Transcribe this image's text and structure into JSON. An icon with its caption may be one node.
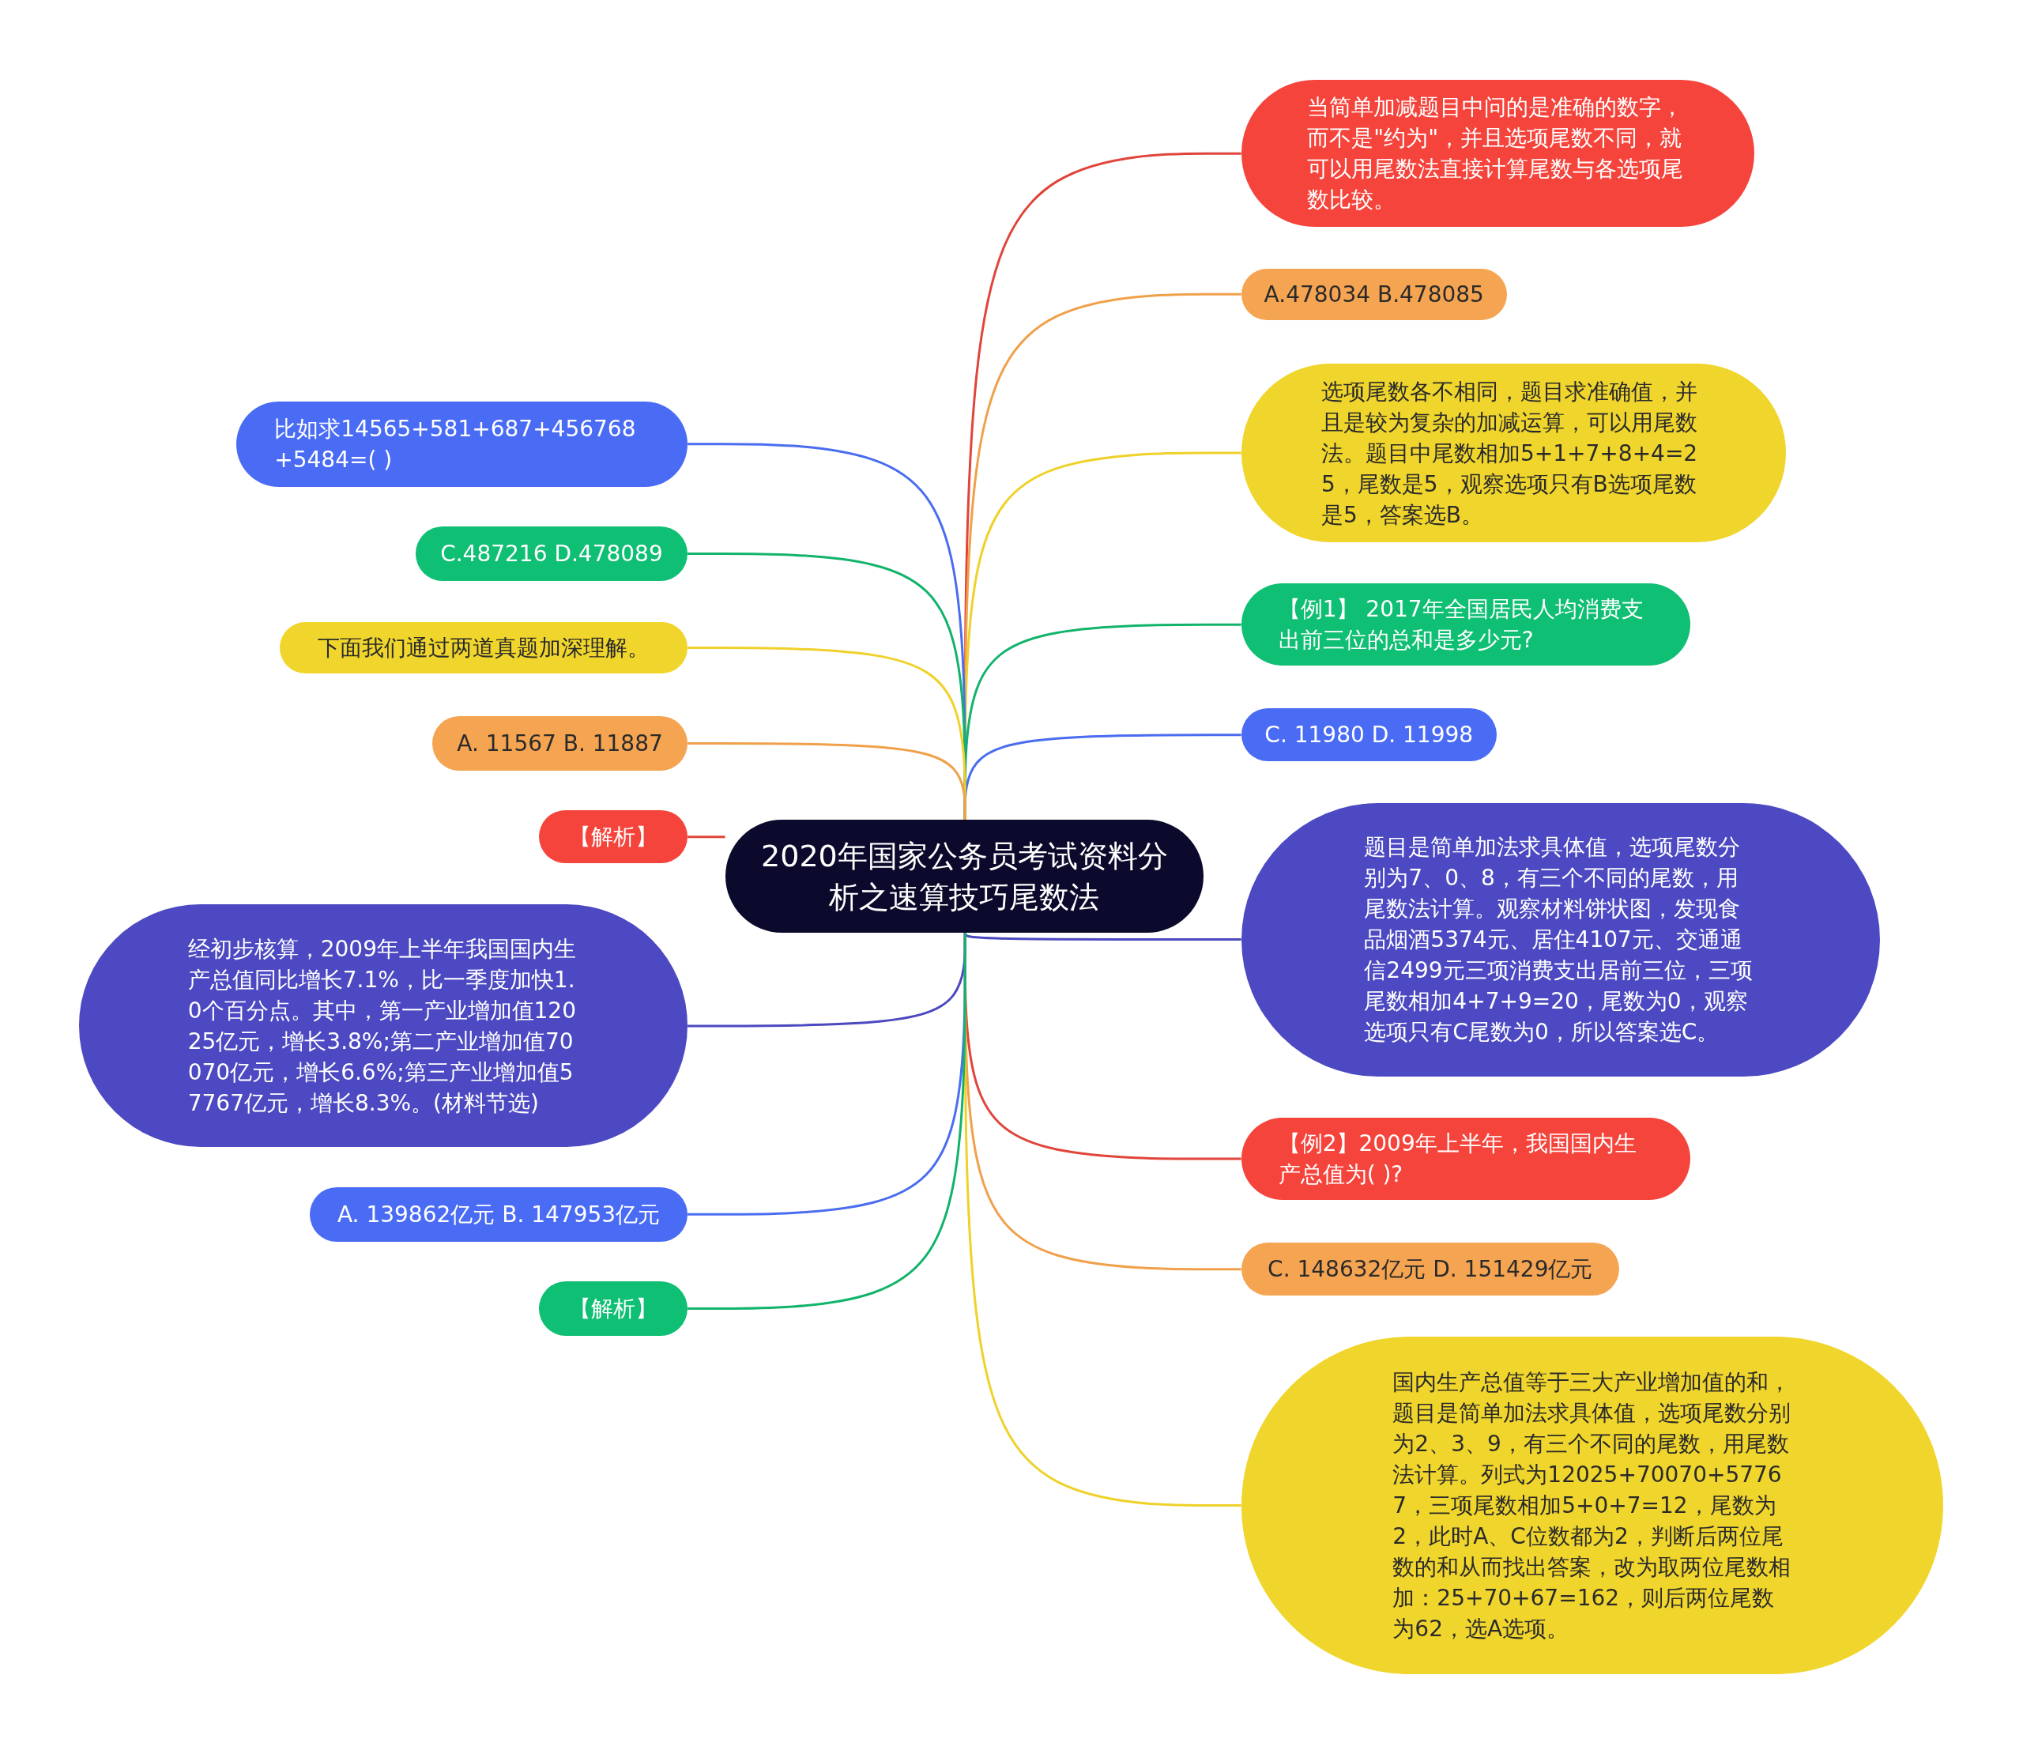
{
  "diagram": {
    "nodes": [
      {
        "text": [
          "2020年国家公务员考试资料分析之速算技巧尾数法"
        ]
      },
      {
        "text": [
          "当简单加减题目中问的是准确的数字，而不是\"约为\"，并且选项尾数不同，就可以用尾数法直接计算尾数与各选项尾数比较。"
        ]
      },
      {
        "text": [
          "A.478034 B.478085"
        ]
      },
      {
        "text": [
          "选项尾数各不相同，题目求准确值，并且是较为复杂的加减运算，可以用尾数法。题目中尾数相加5+1+7+8+4=25，尾数是5，观察选项只有B选项尾数是5，答案选B。"
        ]
      },
      {
        "text": [
          "【例1】 2017年全国居民人均消费支出前三位的总和是多少元?"
        ]
      },
      {
        "text": [
          "C. 11980 D. 11998"
        ]
      },
      {
        "text": [
          "题目是简单加法求具体值，选项尾数分别为7、0、8，有三个不同的尾数，用尾数法计算。观察材料饼状图，发现食品烟酒5374元、居住4107元、交通通信2499元三项消费支出居前三位，三项尾数相加4+7+9=20，尾数为0，观察选项只有C尾数为0，所以答案选C。"
        ]
      },
      {
        "text": [
          "【例2】2009年上半年，我国国内生产总值为( )?"
        ]
      },
      {
        "text": [
          "C. 148632亿元 D. 151429亿元"
        ]
      },
      {
        "text": [
          "国内生产总值等于三大产业增加值的和，题目是简单加法求具体值，选项尾数分别为2、3、9，有三个不同的尾数，用尾数法计算。列式为12025+70070+57767，三项尾数相加5+0+7=12，尾数为2，此时A、C位数都为2，判断后两位尾数的和从而找出答案，改为取两位尾数相加：25+70+67=162，则后两位尾数为62，选A选项。"
        ]
      },
      {
        "text": [
          "比如求14565+581+687+456768+5484=( )"
        ]
      },
      {
        "text": [
          "C.487216 D.478089"
        ]
      },
      {
        "text": [
          "下面我们通过两道真题加深理解。"
        ]
      },
      {
        "text": [
          "A. 11567 B. 11887"
        ]
      },
      {
        "text": [
          "【解析】"
        ]
      },
      {
        "text": [
          "经初步核算，2009年上半年我国国内生产总值同比增长7.1%，比一季度加快1.0个百分点。其中，第一产业增加值12025亿元，增长3.8%;第二产业增加值70070亿元，增长6.6%;第三产业增加值57767亿元，增长8.3%。(材料节选)"
        ]
      },
      {
        "text": [
          "A. 139862亿元 B. 147953亿元"
        ]
      },
      {
        "text": [
          "【解析】"
        ]
      }
    ],
    "edges": [
      {
        "from": 0,
        "to": 1,
        "arrow": "none",
        "color": "#e0443a"
      },
      {
        "from": 0,
        "to": 2,
        "arrow": "none",
        "color": "#f0a04a"
      },
      {
        "from": 0,
        "to": 3,
        "arrow": "none",
        "color": "#efd12a"
      },
      {
        "from": 0,
        "to": 4,
        "arrow": "none",
        "color": "#12b36b"
      },
      {
        "from": 0,
        "to": 5,
        "arrow": "none",
        "color": "#4a6cf0"
      },
      {
        "from": 0,
        "to": 6,
        "arrow": "none",
        "color": "#4b48c0"
      },
      {
        "from": 0,
        "to": 7,
        "arrow": "none",
        "color": "#e0443a"
      },
      {
        "from": 0,
        "to": 8,
        "arrow": "none",
        "color": "#f0a04a"
      },
      {
        "from": 0,
        "to": 9,
        "arrow": "none",
        "color": "#efd12a"
      },
      {
        "from": 0,
        "to": 10,
        "arrow": "none",
        "color": "#4a6cf0"
      },
      {
        "from": 0,
        "to": 11,
        "arrow": "none",
        "color": "#12b36b"
      },
      {
        "from": 0,
        "to": 12,
        "arrow": "none",
        "color": "#efd12a"
      },
      {
        "from": 0,
        "to": 13,
        "arrow": "none",
        "color": "#f0a04a"
      },
      {
        "from": 0,
        "to": 14,
        "arrow": "none",
        "color": "#e0443a"
      },
      {
        "from": 0,
        "to": 15,
        "arrow": "none",
        "color": "#4b48c0"
      },
      {
        "from": 0,
        "to": 16,
        "arrow": "none",
        "color": "#4a6cf0"
      },
      {
        "from": 0,
        "to": 17,
        "arrow": "none",
        "color": "#12b36b"
      }
    ]
  }
}
